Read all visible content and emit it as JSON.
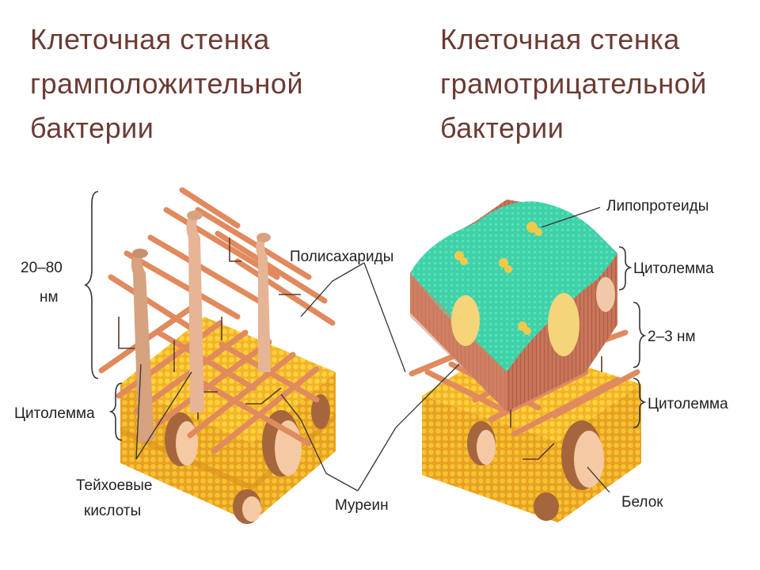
{
  "left": {
    "title": "Клеточная стенка\nграмположительной\nбактерии",
    "labels": {
      "thickness_a": "20–80",
      "thickness_b": "нм",
      "cytolemma": "Цитолемма",
      "teichoic_a": "Тейхоевые",
      "teichoic_b": "кислоты"
    }
  },
  "right": {
    "title": "Клеточная стенка\nграмотрицательной\nбактерии",
    "labels": {
      "lipoproteins": "Липопротеиды",
      "cytolemma_top": "Цитолемма",
      "gap": "2–3 нм",
      "cytolemma_bottom": "Цитолемма",
      "protein": "Белок"
    }
  },
  "shared": {
    "polysaccharides": "Полисахариды",
    "murein": "Муреин"
  },
  "colors": {
    "title": "#6b3b33",
    "membrane": "#f2b32a",
    "membrane_dots": "#ffd23c",
    "murein": "#e08a5e",
    "outer_membrane": "#3fd1a8",
    "outer_side": "#c8765a",
    "protein": "#a5663d"
  }
}
